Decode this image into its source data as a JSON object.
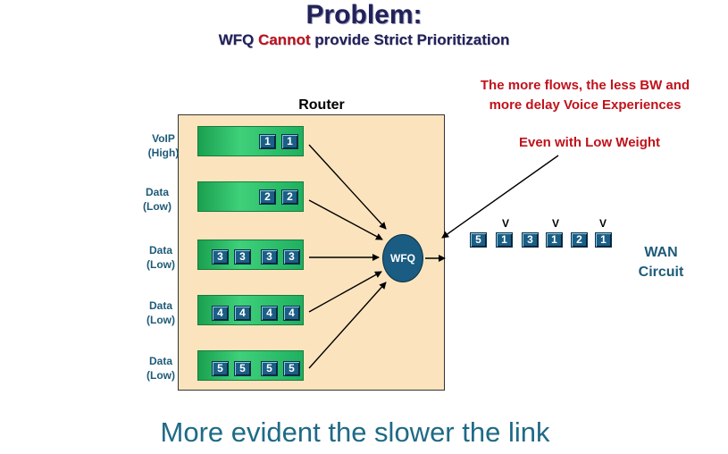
{
  "header": {
    "title": "Problem:",
    "subtitle_part1": "WFQ ",
    "subtitle_red": "Cannot",
    "subtitle_part2": " provide Strict Prioritization"
  },
  "router": {
    "label": "Router",
    "scheduler_label": "WFQ"
  },
  "flows": [
    {
      "label_line1": "VoIP",
      "label_line2": "(High)",
      "packets": [
        "1",
        "1"
      ]
    },
    {
      "label_line1": "Data",
      "label_line2": "(Low)",
      "packets": [
        "2",
        "2"
      ]
    },
    {
      "label_line1": "Data",
      "label_line2": "(Low)",
      "packets": [
        "3",
        "3",
        "3",
        "3"
      ]
    },
    {
      "label_line1": "Data",
      "label_line2": "(Low)",
      "packets": [
        "4",
        "4",
        "4",
        "4"
      ]
    },
    {
      "label_line1": "Data",
      "label_line2": "(Low)",
      "packets": [
        "5",
        "5",
        "5",
        "5"
      ]
    }
  ],
  "notes": {
    "flows_note_line1": "The more flows, the less BW and",
    "flows_note_line2": "more delay Voice Experiences",
    "weight_note": "Even with Low Weight"
  },
  "output_queue": {
    "packets": [
      "5",
      "1",
      "3",
      "1",
      "2",
      "1"
    ],
    "voice_marker": "V"
  },
  "wan": {
    "line1": "WAN",
    "line2": "Circuit"
  },
  "footer": "More evident the slower the link",
  "colors": {
    "title": "#22225a",
    "accent_red": "#c0121b",
    "teal": "#1e5a78",
    "packet": "#1b5f86",
    "router_fill": "#fbe4bd",
    "queue_green": "#1aa050"
  }
}
